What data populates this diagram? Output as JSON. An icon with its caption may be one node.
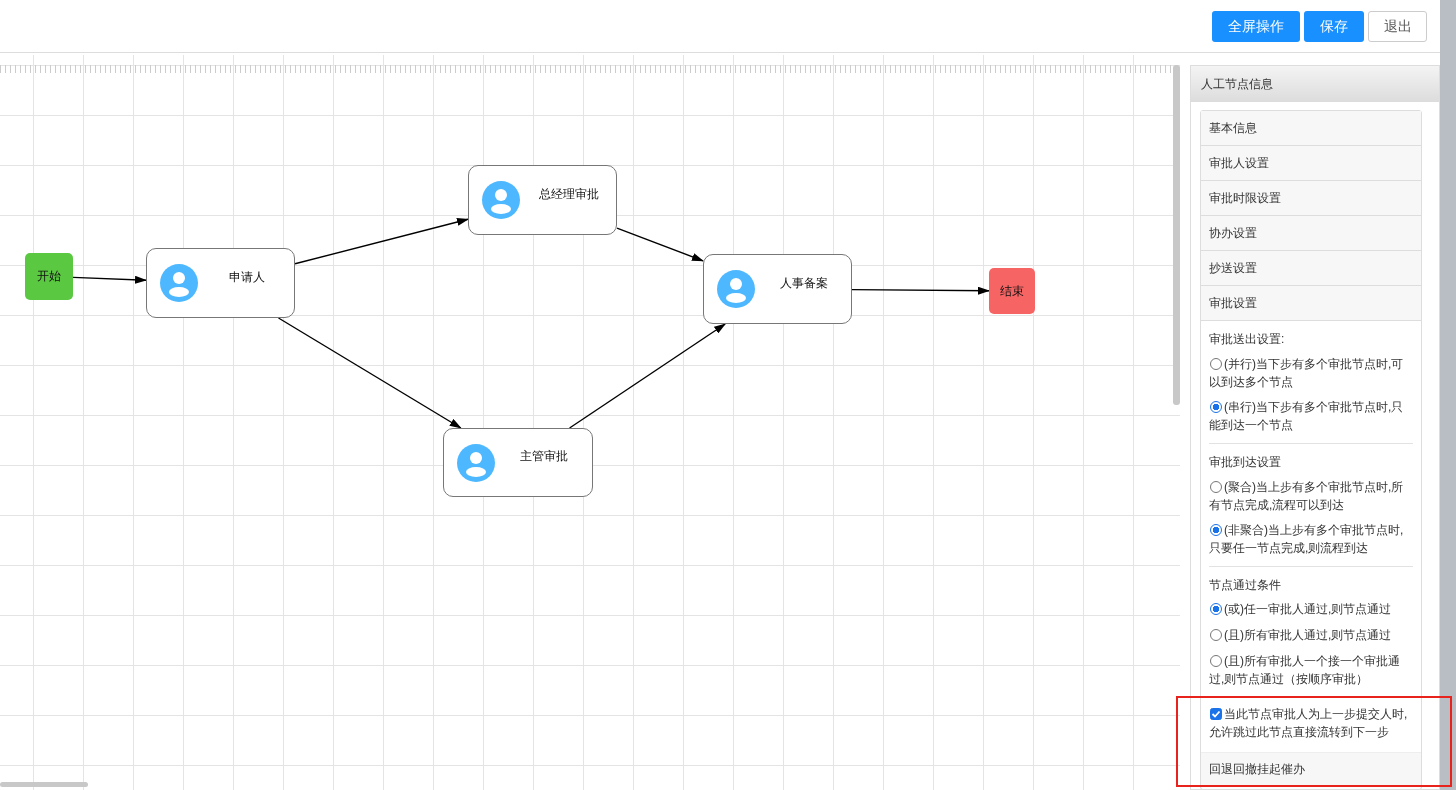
{
  "diagram": {
    "nodes": [
      {
        "text": [
          "开始"
        ]
      },
      {
        "text": [
          "申请人"
        ]
      },
      {
        "text": [
          "总经理审批"
        ]
      },
      {
        "text": [
          "主管审批"
        ]
      },
      {
        "text": [
          "人事备案"
        ]
      },
      {
        "text": [
          "结束"
        ]
      }
    ],
    "edges": [
      {
        "from": 0,
        "to": 1,
        "arrow": "to"
      },
      {
        "from": 1,
        "to": 2,
        "arrow": "to"
      },
      {
        "from": 1,
        "to": 3,
        "arrow": "to"
      },
      {
        "from": 2,
        "to": 4,
        "arrow": "to"
      },
      {
        "from": 3,
        "to": 4,
        "arrow": "to"
      },
      {
        "from": 4,
        "to": 5,
        "arrow": "to"
      }
    ],
    "labels": [
      "全屏操作",
      "保存",
      "退出",
      "人工节点信息",
      "基本信息",
      "审批人设置",
      "审批时限设置",
      "协办设置",
      "抄送设置",
      "审批设置",
      "审批送出设置:",
      "(并行)当下步有多个审批节点时,可以到达多个节点",
      "(串行)当下步有多个审批节点时,只能到达一个节点",
      "审批到达设置",
      "(聚合)当上步有多个审批节点时,所有节点完成,流程可以到达",
      "(非聚合)当上步有多个审批节点时,只要任一节点完成,则流程到达",
      "节点通过条件",
      "(或)任一审批人通过,则节点通过",
      "(且)所有审批人通过,则节点通过",
      "(且)所有审批人一个接一个审批通过,则节点通过（按顺序审批）",
      "当此节点审批人为上一步提交人时,允许跳过此节点直接流转到下一步",
      "回退回撤挂起催办"
    ]
  }
}
